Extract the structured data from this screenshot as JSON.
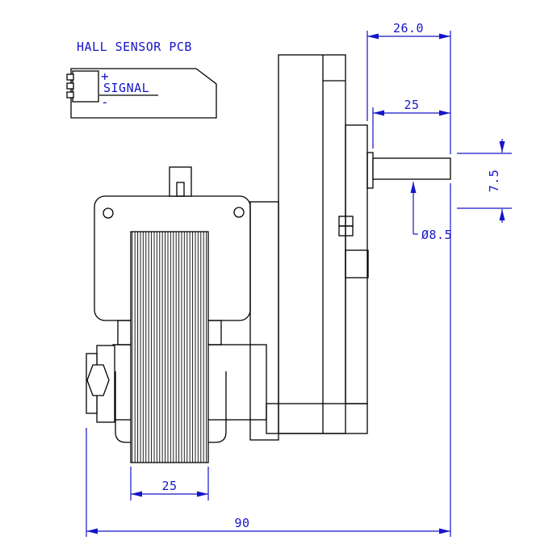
{
  "colors": {
    "outline": "#000000",
    "dimension": "#1515c8",
    "background": "#ffffff"
  },
  "pcb_detail": {
    "title": "HALL SENSOR PCB",
    "pin_plus": "+",
    "pin_signal": "SIGNAL",
    "pin_minus": "-"
  },
  "dimensions": {
    "shaft_total_length": "26.0",
    "shaft_usable_length": "25",
    "shaft_vertical_offset": "7.5",
    "shaft_diameter": "Ø8.5",
    "stator_stack_width": "25",
    "overall_length": "90"
  }
}
